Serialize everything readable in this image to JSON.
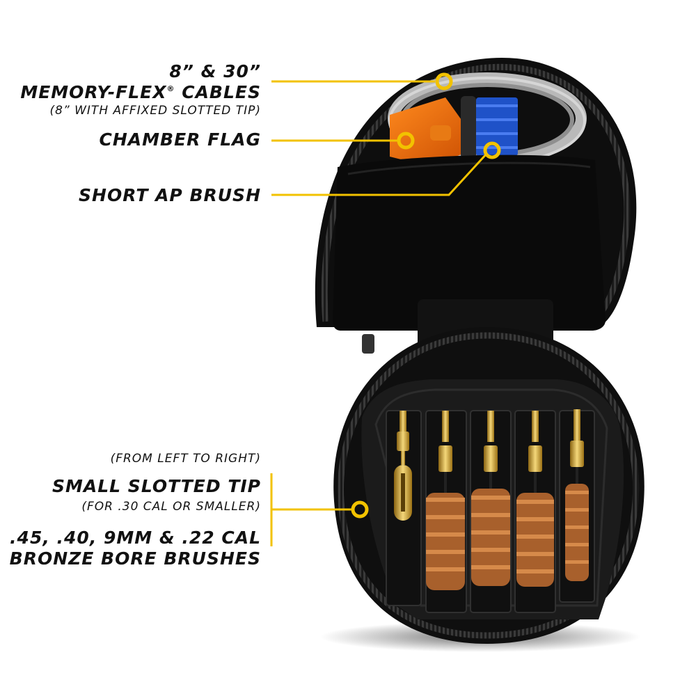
{
  "accent_color": "#f2c200",
  "labels": {
    "cables_line1": "8” & 30”",
    "cables_line2": "MEMORY-FLEX",
    "cables_reg": "®",
    "cables_line2b": " CABLES",
    "cables_sub": "(8” WITH AFFIXED SLOTTED TIP)",
    "chamber_flag": "CHAMBER FLAG",
    "short_brush": "SHORT AP BRUSH",
    "order_note": "(FROM LEFT TO RIGHT)",
    "slotted_tip": "SMALL SLOTTED TIP",
    "slotted_sub": "(FOR .30 CAL OR SMALLER)",
    "brushes_line1": ".45, .40, 9MM & .22 CAL",
    "brushes_line2": "BRONZE BORE BRUSHES"
  },
  "icons": [
    "callout-dot-icon",
    "zipper-pull-icon",
    "screw-icon"
  ]
}
